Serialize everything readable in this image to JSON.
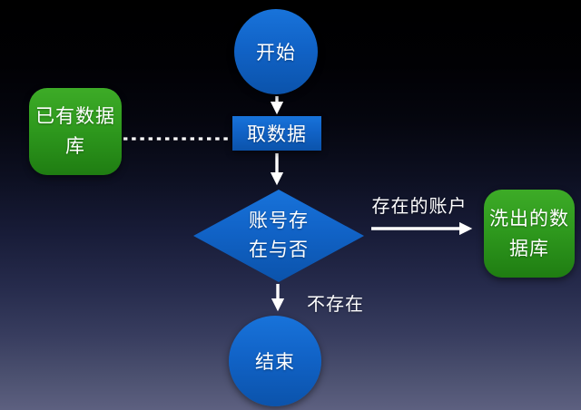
{
  "slide": {
    "type": "flowchart",
    "background_top": "#000000",
    "background_bottom": "#5d6080"
  },
  "colors": {
    "node_blue": "#1163c7",
    "node_green": "#2f9a1e",
    "connector": "#ffffff",
    "text": "#ffffff"
  },
  "nodes": {
    "start": {
      "shape": "circle",
      "label": "开始"
    },
    "fetch": {
      "shape": "rectangle",
      "label": "取数据"
    },
    "existing_db": {
      "shape": "rounded-rectangle",
      "line1": "已有数据",
      "line2": "库"
    },
    "decision": {
      "shape": "diamond",
      "line1": "账号存",
      "line2": "在与否"
    },
    "washed_db": {
      "shape": "rounded-rectangle",
      "line1": "洗出的数",
      "line2": "据库"
    },
    "end": {
      "shape": "circle",
      "label": "结束"
    }
  },
  "edges": {
    "exists_label": "存在的账户",
    "not_exists_label": "不存在"
  }
}
